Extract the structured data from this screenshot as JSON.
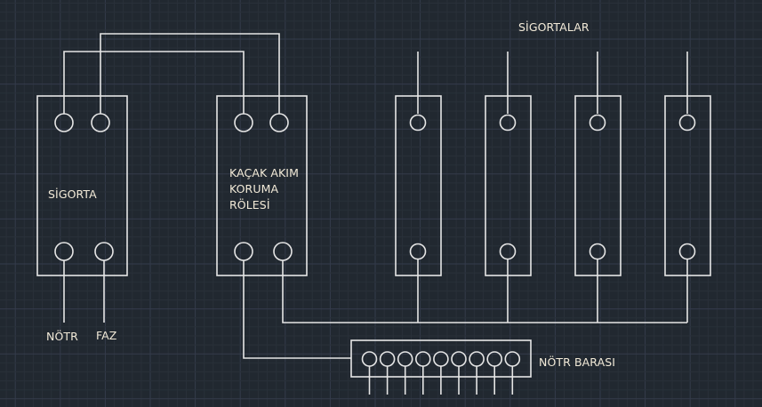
{
  "colors": {
    "background": "#212830",
    "grid_minor": "#293039",
    "grid_major": "#343b4b",
    "wire": "#e6e6e6",
    "text": "#f2ead8"
  },
  "labels": {
    "main_fuse": "SİGORTA",
    "rcd_line1": "KAÇAK AKIM",
    "rcd_line2": "KORUMA",
    "rcd_line3": "RÖLESİ",
    "neutral": "NÖTR",
    "phase": "FAZ",
    "fuses_title": "SİGORTALAR",
    "neutral_bar": "NÖTR BARASI"
  },
  "components": {
    "main_fuse_terminals": 4,
    "rcd_terminals": 4,
    "branch_fuse_count": 4,
    "neutral_bar_terminal_count": 9
  }
}
